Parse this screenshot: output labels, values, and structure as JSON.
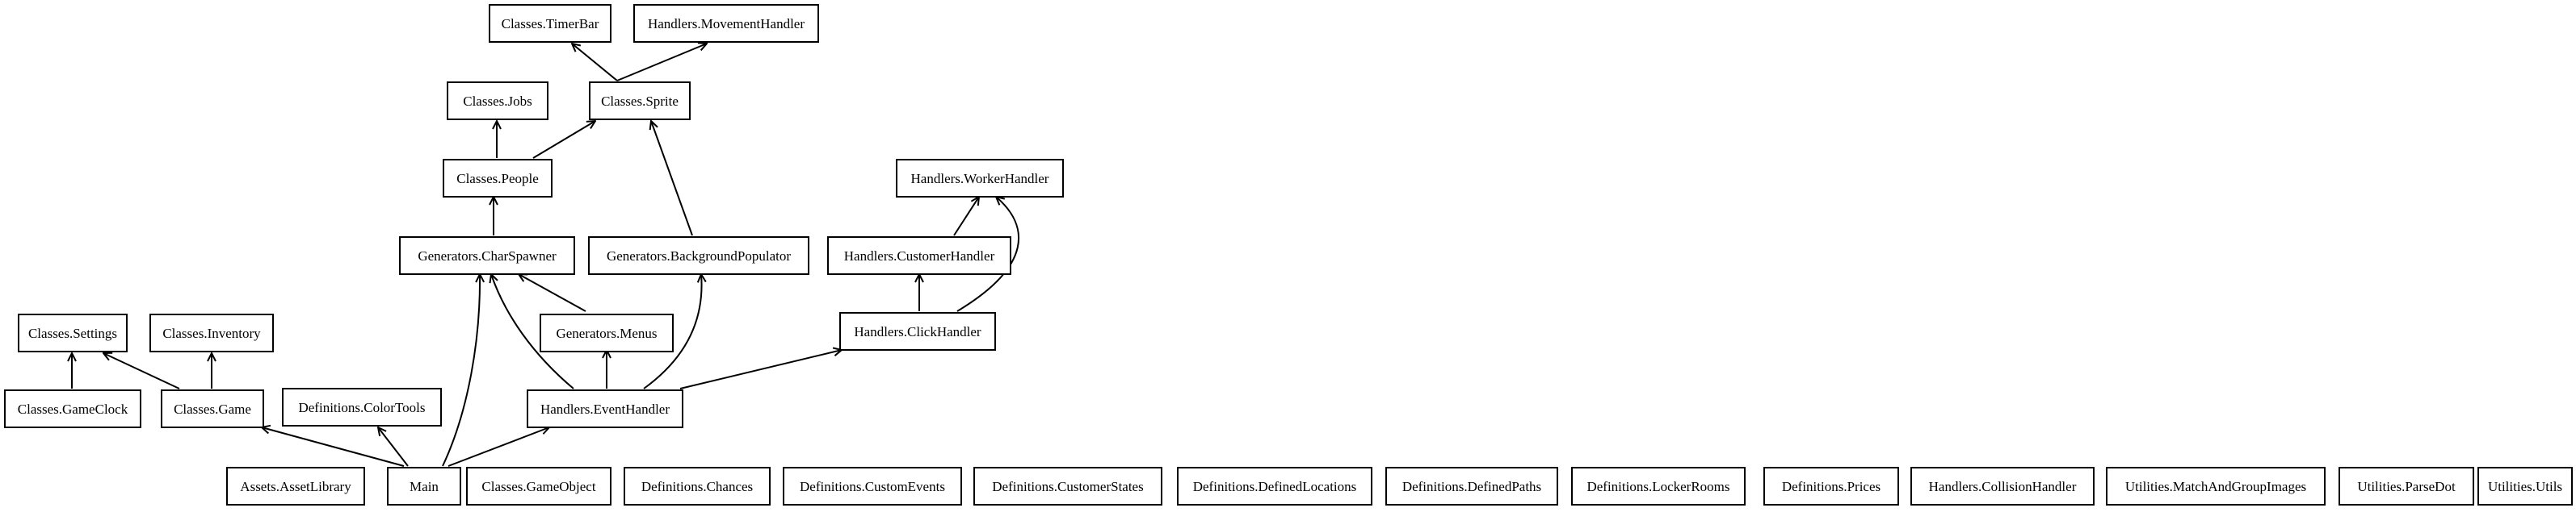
{
  "diagram": {
    "nodes": [
      {
        "id": "timerbar",
        "label": "Classes.TimerBar"
      },
      {
        "id": "movement",
        "label": "Handlers.MovementHandler"
      },
      {
        "id": "jobs",
        "label": "Classes.Jobs"
      },
      {
        "id": "sprite",
        "label": "Classes.Sprite"
      },
      {
        "id": "people",
        "label": "Classes.People"
      },
      {
        "id": "worker",
        "label": "Handlers.WorkerHandler"
      },
      {
        "id": "charspawner",
        "label": "Generators.CharSpawner"
      },
      {
        "id": "bgpop",
        "label": "Generators.BackgroundPopulator"
      },
      {
        "id": "customer",
        "label": "Handlers.CustomerHandler"
      },
      {
        "id": "settings",
        "label": "Classes.Settings"
      },
      {
        "id": "inventory",
        "label": "Classes.Inventory"
      },
      {
        "id": "menus",
        "label": "Generators.Menus"
      },
      {
        "id": "click",
        "label": "Handlers.ClickHandler"
      },
      {
        "id": "gameclock",
        "label": "Classes.GameClock"
      },
      {
        "id": "game",
        "label": "Classes.Game"
      },
      {
        "id": "colortools",
        "label": "Definitions.ColorTools"
      },
      {
        "id": "event",
        "label": "Handlers.EventHandler"
      },
      {
        "id": "assetlib",
        "label": "Assets.AssetLibrary"
      },
      {
        "id": "main",
        "label": "Main"
      },
      {
        "id": "gameobject",
        "label": "Classes.GameObject"
      },
      {
        "id": "chances",
        "label": "Definitions.Chances"
      },
      {
        "id": "customevents",
        "label": "Definitions.CustomEvents"
      },
      {
        "id": "customerstates",
        "label": "Definitions.CustomerStates"
      },
      {
        "id": "definedlocations",
        "label": "Definitions.DefinedLocations"
      },
      {
        "id": "definedpaths",
        "label": "Definitions.DefinedPaths"
      },
      {
        "id": "lockerrooms",
        "label": "Definitions.LockerRooms"
      },
      {
        "id": "prices",
        "label": "Definitions.Prices"
      },
      {
        "id": "collision",
        "label": "Handlers.CollisionHandler"
      },
      {
        "id": "matchgroup",
        "label": "Utilities.MatchAndGroupImages"
      },
      {
        "id": "parsedot",
        "label": "Utilities.ParseDot"
      },
      {
        "id": "utils",
        "label": "Utilities.Utils"
      }
    ],
    "edges": [
      {
        "from": "sprite",
        "to": "timerbar"
      },
      {
        "from": "sprite",
        "to": "movement"
      },
      {
        "from": "people",
        "to": "jobs"
      },
      {
        "from": "people",
        "to": "sprite"
      },
      {
        "from": "charspawner",
        "to": "people"
      },
      {
        "from": "bgpop",
        "to": "sprite"
      },
      {
        "from": "customer",
        "to": "worker"
      },
      {
        "from": "click",
        "to": "customer"
      },
      {
        "from": "click",
        "to": "worker"
      },
      {
        "from": "menus",
        "to": "charspawner"
      },
      {
        "from": "event",
        "to": "charspawner"
      },
      {
        "from": "event",
        "to": "menus"
      },
      {
        "from": "event",
        "to": "bgpop"
      },
      {
        "from": "event",
        "to": "click"
      },
      {
        "from": "gameclock",
        "to": "settings"
      },
      {
        "from": "game",
        "to": "settings"
      },
      {
        "from": "game",
        "to": "inventory"
      },
      {
        "from": "main",
        "to": "game"
      },
      {
        "from": "main",
        "to": "colortools"
      },
      {
        "from": "main",
        "to": "charspawner"
      },
      {
        "from": "main",
        "to": "event"
      }
    ]
  }
}
